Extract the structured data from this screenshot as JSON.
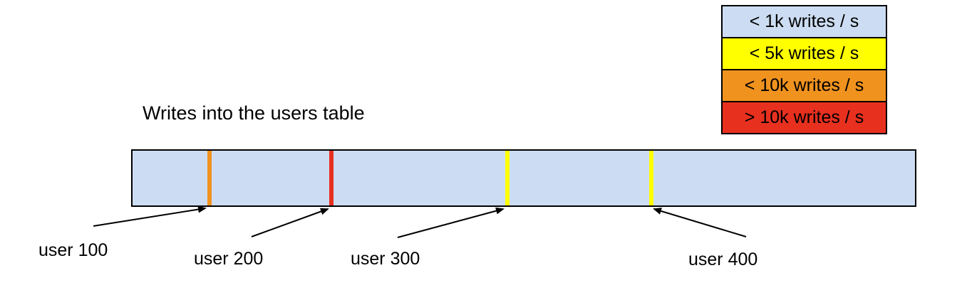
{
  "title": "Writes into the users table",
  "legend": {
    "items": [
      {
        "label": "< 1k writes / s",
        "color": "#ccdcf2"
      },
      {
        "label": "< 5k writes / s",
        "color": "#ffff00"
      },
      {
        "label": "< 10k writes / s",
        "color": "#f0921e"
      },
      {
        "label": "> 10k writes / s",
        "color": "#e8301f"
      }
    ]
  },
  "bar": {
    "fill": "#ccdcf2",
    "border_color": "#000000",
    "stripes": [
      {
        "user": "user 100",
        "color": "#f0921e",
        "position_pct": 9.8
      },
      {
        "user": "user 200",
        "color": "#e8301f",
        "position_pct": 25.4
      },
      {
        "user": "user 300",
        "color": "#ffff00",
        "position_pct": 47.9
      },
      {
        "user": "user 400",
        "color": "#ffff00",
        "position_pct": 66.3
      }
    ]
  }
}
